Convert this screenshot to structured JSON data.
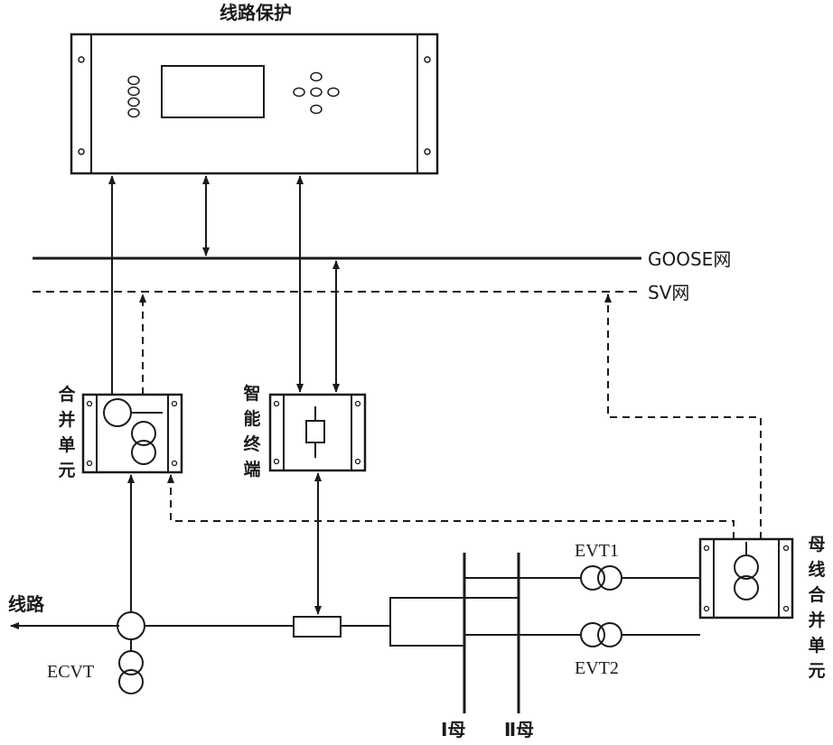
{
  "labels": {
    "line_protection": "线路保护",
    "goose_net": "GOOSE网",
    "sv_net": "SV网",
    "merging_unit": [
      "合",
      "并",
      "单",
      "元"
    ],
    "smart_terminal": [
      "智",
      "能",
      "终",
      "端"
    ],
    "line": "线路",
    "ecvt": "ECVT",
    "evt1": "EVT1",
    "evt2": "EVT2",
    "bus1": "Ⅰ母",
    "bus2": "Ⅱ母",
    "bus_merging_unit": [
      "母",
      "线",
      "合",
      "并",
      "单",
      "元"
    ]
  },
  "colors": {
    "line": "#1a1a1a",
    "background": "#ffffff"
  }
}
